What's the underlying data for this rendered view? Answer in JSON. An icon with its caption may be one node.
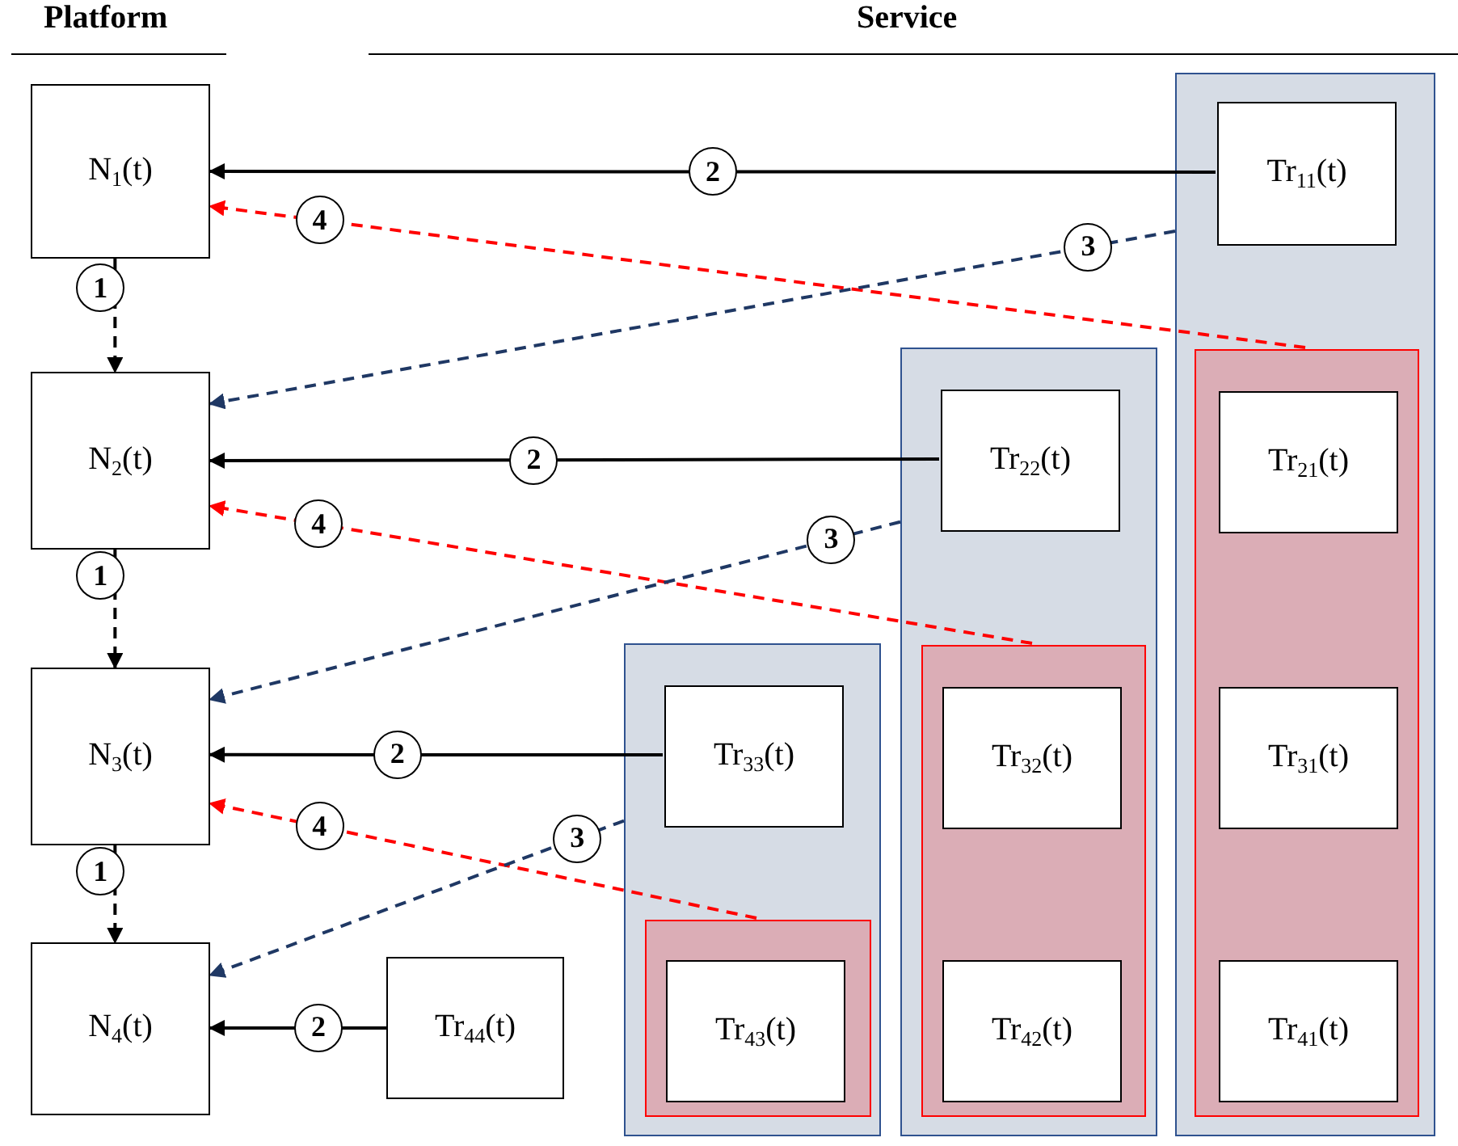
{
  "diagram": {
    "nodes": [
      {
        "text": [
          "N$_{1}$(t)"
        ]
      },
      {
        "text": [
          "N$_{2}$(t)"
        ]
      },
      {
        "text": [
          "N$_{3}$(t)"
        ]
      },
      {
        "text": [
          "N$_{4}$(t)"
        ]
      },
      {
        "text": [
          "Tr$_{44}$(t)"
        ]
      },
      {
        "text": [],
        "shape": "box"
      },
      {
        "text": [
          "Tr$_{33}$(t)"
        ],
        "in": 5
      },
      {
        "text": [],
        "shape": "box",
        "in": 5
      },
      {
        "text": [
          "Tr$_{43}$(t)"
        ],
        "in": 7
      },
      {
        "text": [],
        "shape": "box"
      },
      {
        "text": [
          "Tr$_{22}$(t)"
        ],
        "in": 9
      },
      {
        "text": [],
        "shape": "box",
        "in": 9
      },
      {
        "text": [
          "Tr$_{32}$(t)"
        ],
        "in": 11
      },
      {
        "text": [
          "Tr$_{42}$(t)"
        ],
        "in": 11
      },
      {
        "text": [],
        "shape": "box"
      },
      {
        "text": [
          "Tr$_{11}$(t)"
        ],
        "in": 14
      },
      {
        "text": [],
        "shape": "box",
        "in": 14
      },
      {
        "text": [
          "Tr$_{21}$(t)"
        ],
        "in": 16
      },
      {
        "text": [
          "Tr$_{31}$(t)"
        ],
        "in": 16
      },
      {
        "text": [
          "Tr$_{41}$(t)"
        ],
        "in": 16
      }
    ],
    "edges": [
      {
        "from": 0,
        "to": 1,
        "arrow": "to",
        "label": "1",
        "style": "dashed"
      },
      {
        "from": 15,
        "to": 0,
        "arrow": "to",
        "label": "2"
      },
      {
        "from": 16,
        "to": 0,
        "arrow": "to",
        "label": "4",
        "style": "dashed",
        "color": "#ff0000"
      },
      {
        "from": 14,
        "to": 1,
        "arrow": "to",
        "label": "3",
        "style": "dashed",
        "color": "#1f3864"
      },
      {
        "from": 10,
        "to": 1,
        "arrow": "to",
        "label": "2"
      },
      {
        "from": 11,
        "to": 1,
        "arrow": "to",
        "label": "4",
        "style": "dashed",
        "color": "#ff0000"
      },
      {
        "from": 9,
        "to": 2,
        "arrow": "to",
        "label": "3",
        "style": "dashed",
        "color": "#1f3864"
      },
      {
        "from": 6,
        "to": 2,
        "arrow": "to",
        "label": "2"
      },
      {
        "from": 7,
        "to": 2,
        "arrow": "to",
        "label": "4",
        "style": "dashed",
        "color": "#ff0000"
      },
      {
        "from": 5,
        "to": 3,
        "arrow": "to",
        "label": "3",
        "style": "dashed",
        "color": "#1f3864"
      },
      {
        "from": 4,
        "to": 3,
        "arrow": "to",
        "label": "2"
      },
      {
        "from": 1,
        "to": 2,
        "arrow": "to",
        "label": "1",
        "style": "dashed"
      },
      {
        "from": 2,
        "to": 3,
        "arrow": "to",
        "label": "1",
        "style": "dashed"
      }
    ],
    "labels": [
      "Platform",
      "Service"
    ]
  }
}
